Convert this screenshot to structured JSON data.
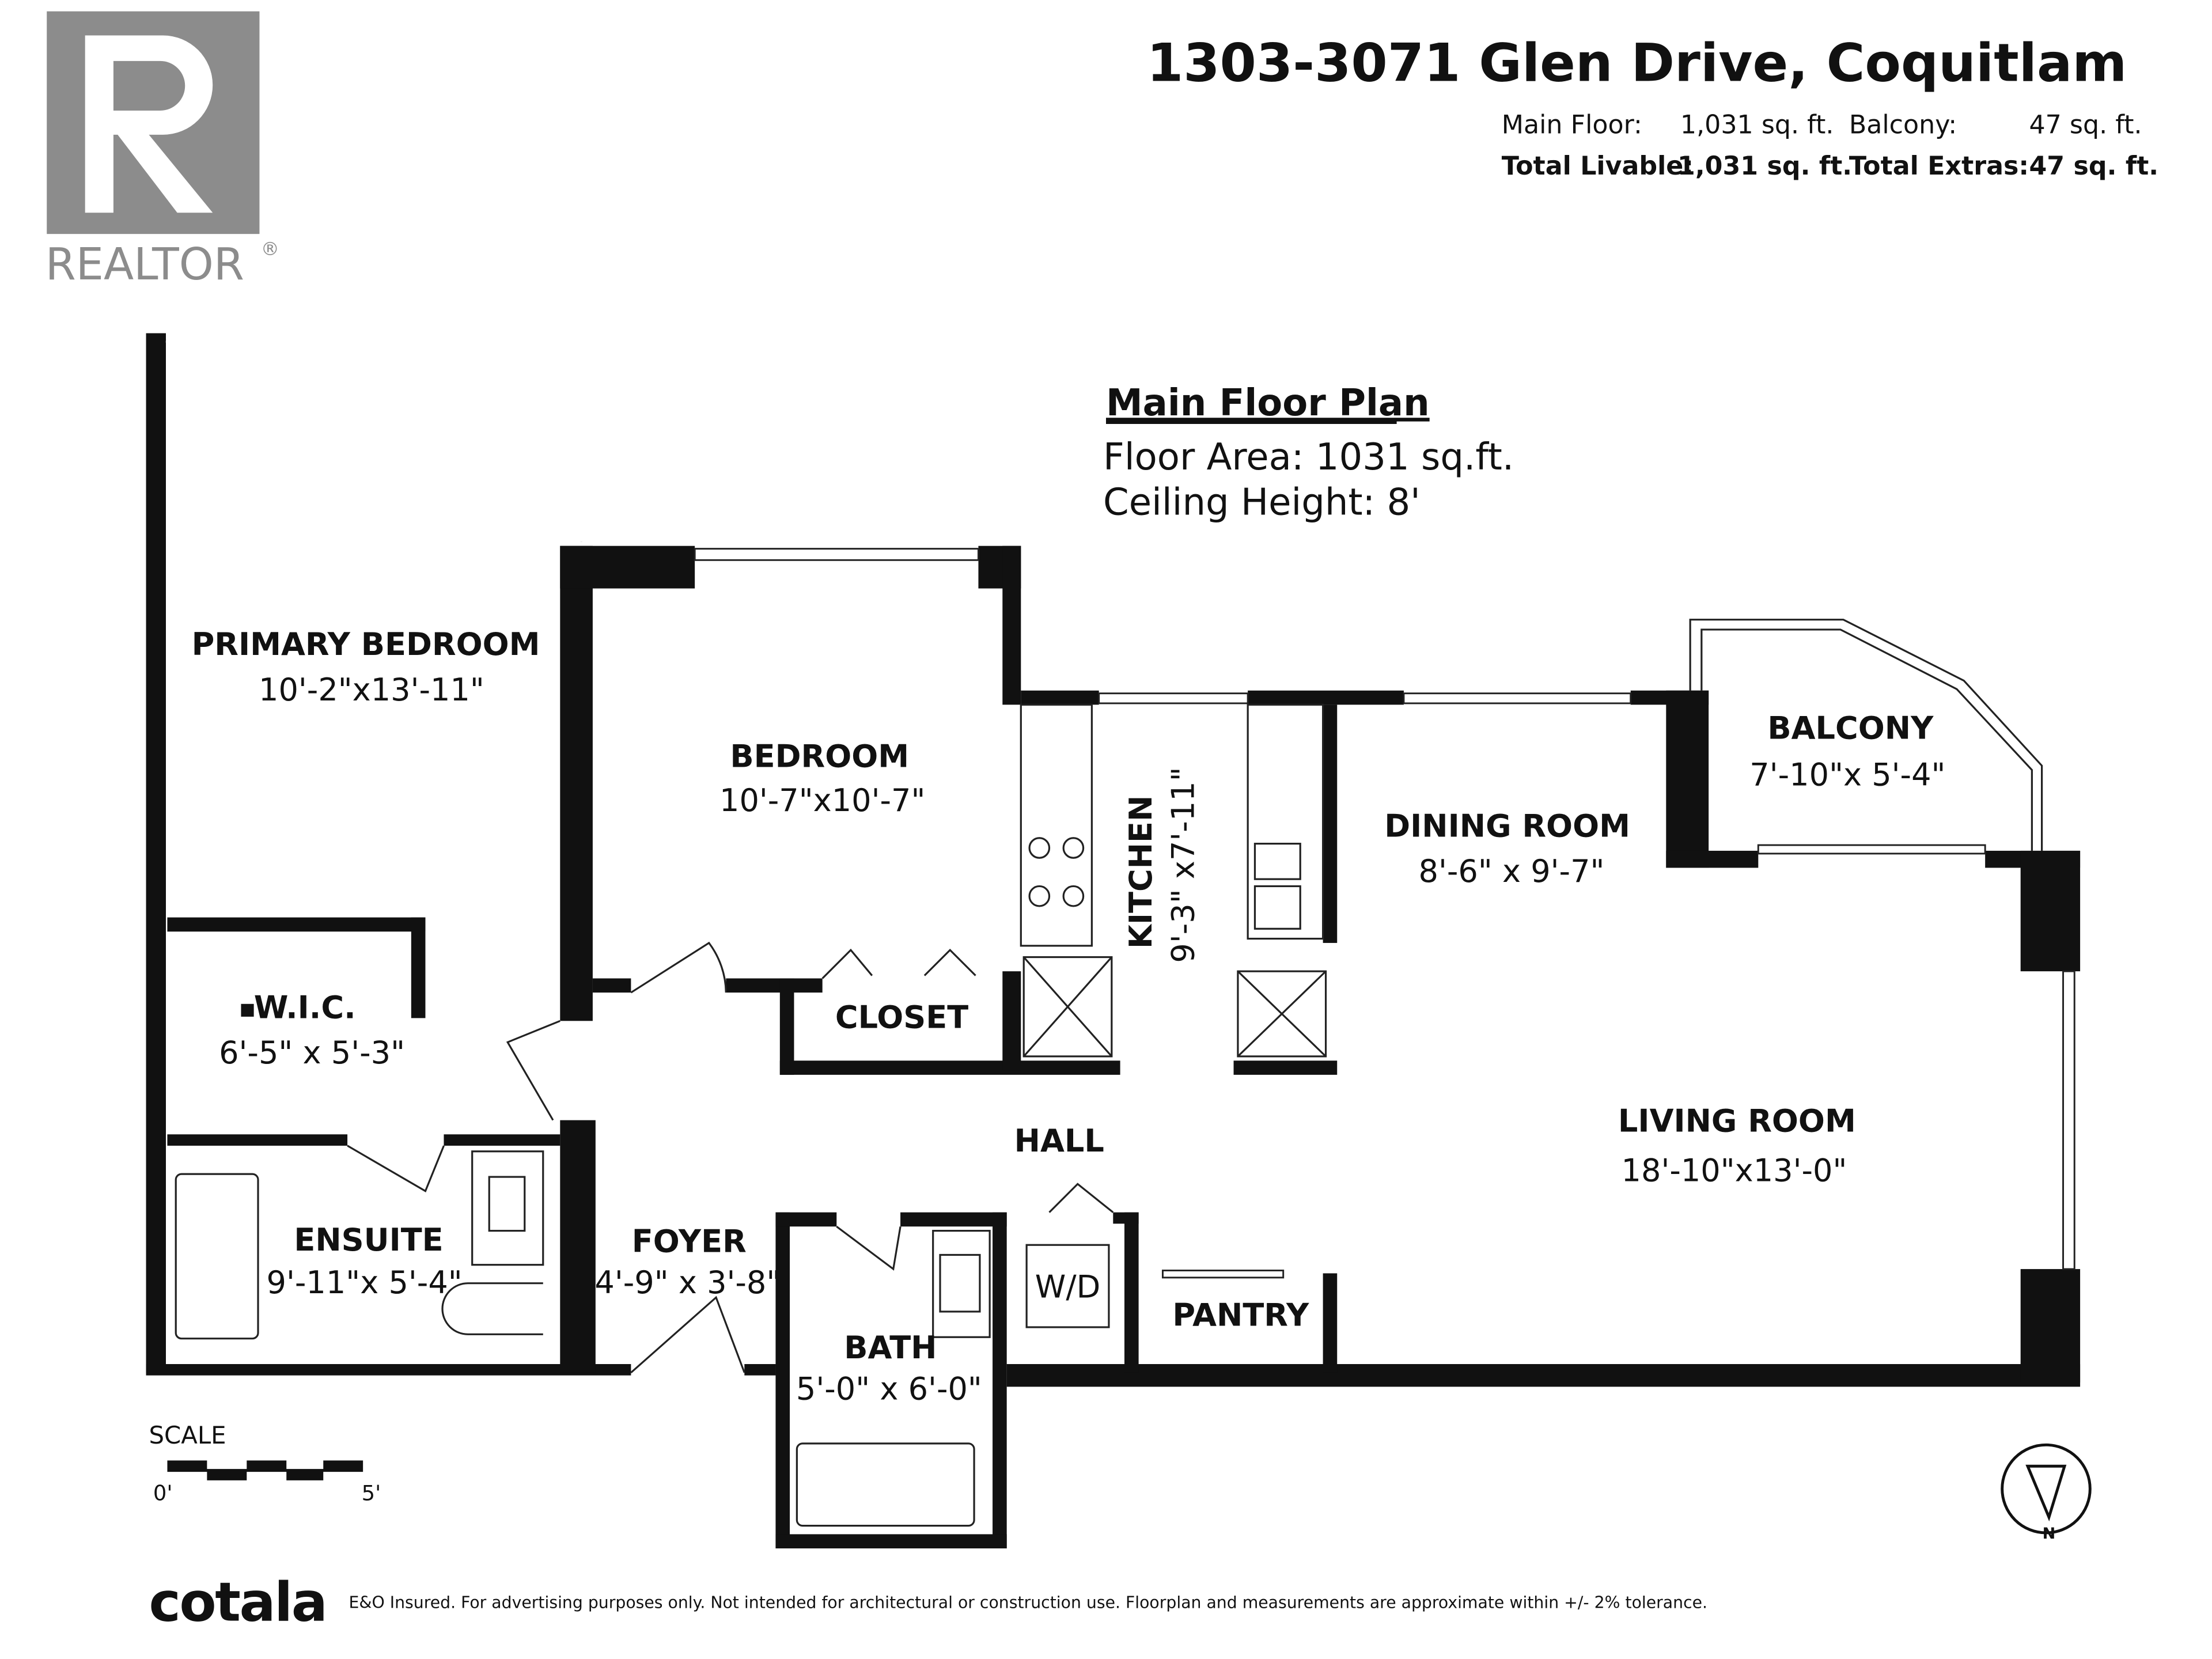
{
  "header": {
    "address": "1303-3071 Glen Drive, Coquitlam",
    "main_floor_label": "Main Floor:",
    "main_floor_value": "1,031 sq. ft.",
    "balcony_label": "Balcony:",
    "balcony_value": "47 sq. ft.",
    "total_livable_label": "Total Livable:",
    "total_livable_value": "1,031 sq. ft.",
    "total_extras_label": "Total Extras:",
    "total_extras_value": "47 sq. ft."
  },
  "logo": {
    "realtor_text": "REALTOR",
    "realtor_mark": "®"
  },
  "plan_info": {
    "title": "Main Floor Plan",
    "floor_area": "Floor Area: 1031 sq.ft.",
    "ceiling_height": "Ceiling Height: 8'"
  },
  "rooms": {
    "primary_bedroom": {
      "name": "PRIMARY BEDROOM",
      "dims": "10'-2\"x13'-11\""
    },
    "bedroom": {
      "name": "BEDROOM",
      "dims": "10'-7\"x10'-7\""
    },
    "kitchen": {
      "name": "KITCHEN",
      "dims": "9'-3\" x7'-11\""
    },
    "dining_room": {
      "name": "DINING ROOM",
      "dims": "8'-6\" x 9'-7\""
    },
    "balcony": {
      "name": "BALCONY",
      "dims": "7'-10\"x 5'-4\""
    },
    "wic": {
      "name": "W.I.C.",
      "dims": "6'-5\" x 5'-3\""
    },
    "closet": {
      "name": "CLOSET"
    },
    "hall": {
      "name": "HALL"
    },
    "living_room": {
      "name": "LIVING ROOM",
      "dims": "18'-10\"x13'-0\""
    },
    "ensuite": {
      "name": "ENSUITE",
      "dims": "9'-11\"x 5'-4\""
    },
    "foyer": {
      "name": "FOYER",
      "dims": "4'-9\" x 3'-8\""
    },
    "bath": {
      "name": "BATH",
      "dims": "5'-0\" x 6'-0\""
    },
    "wd": {
      "name": "W/D"
    },
    "pantry": {
      "name": "PANTRY"
    }
  },
  "scale": {
    "label": "SCALE",
    "min": "0'",
    "max": "5'"
  },
  "compass": {
    "label": "N"
  },
  "footer": {
    "brand": "cotala",
    "disclaimer": "E&O Insured. For advertising purposes only. Not intended for architectural or construction use. Floorplan and measurements are approximate within +/- 2% tolerance."
  }
}
